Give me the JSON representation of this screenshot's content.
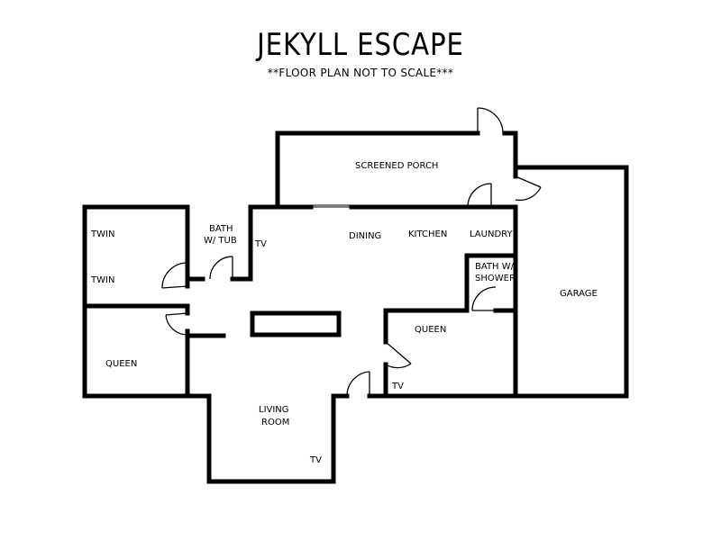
{
  "title": "JEKYLL ESCAPE",
  "subtitle": "**FLOOR PLAN NOT TO SCALE***",
  "rooms": {
    "screened_porch": "SCREENED PORCH",
    "twin_1": "TWIN",
    "twin_2": "TWIN",
    "bath_tub_1": "BATH",
    "bath_tub_2": "W/ TUB",
    "tv_bath": "TV",
    "dining": "DINING",
    "kitchen": "KITCHEN",
    "laundry": "LAUNDRY",
    "bath_shower_1": "BATH W/",
    "bath_shower_2": "SHOWER",
    "garage": "GARAGE",
    "queen_right": "QUEEN",
    "queen_left": "QUEEN",
    "tv_queen": "TV",
    "living_1": "LIVING",
    "living_2": "ROOM",
    "tv_living": "TV"
  }
}
